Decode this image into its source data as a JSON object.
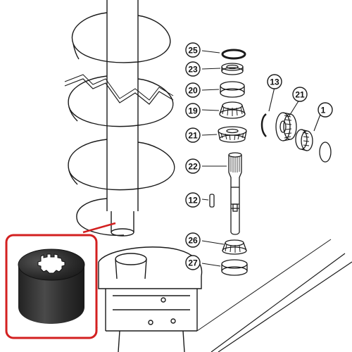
{
  "diagram": {
    "part_labels": [
      {
        "id": "25"
      },
      {
        "id": "23"
      },
      {
        "id": "20"
      },
      {
        "id": "19"
      },
      {
        "id": "21"
      },
      {
        "id": "22"
      },
      {
        "id": "12"
      },
      {
        "id": "26"
      },
      {
        "id": "27"
      },
      {
        "id": "13"
      },
      {
        "id": "21"
      },
      {
        "id": "1"
      }
    ],
    "highlight_color": "#d32020",
    "line_color": "#1a1a1a"
  }
}
